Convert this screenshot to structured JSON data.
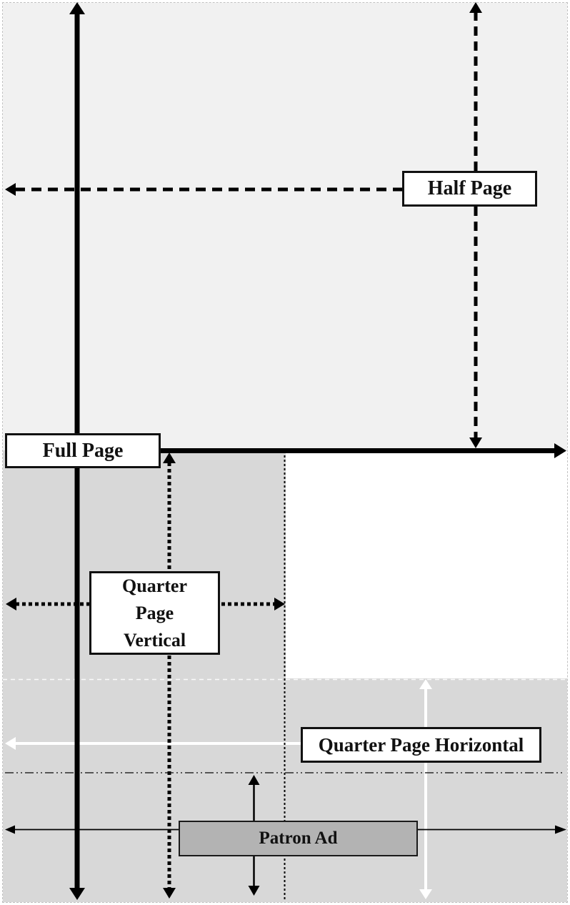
{
  "diagram": {
    "description": "Advertisement size diagram",
    "labels": {
      "full_page": "Full Page",
      "half_page": "Half Page",
      "quarter_page_vertical": [
        "Quarter",
        "Page",
        "Vertical"
      ],
      "quarter_page_horizontal": "Quarter Page Horizontal",
      "patron_ad": "Patron Ad"
    },
    "colors": {
      "top_region_fill": "#f1f1f1",
      "gray_region_fill": "#d8d8d8",
      "patron_ad_fill": "#b3b3b3",
      "label_box_fill": "#ffffff",
      "line_black": "#000000",
      "line_white": "#ffffff",
      "divider_dashdot": "#2a2a2a",
      "page_border_dash": "#c2c2c2"
    }
  }
}
